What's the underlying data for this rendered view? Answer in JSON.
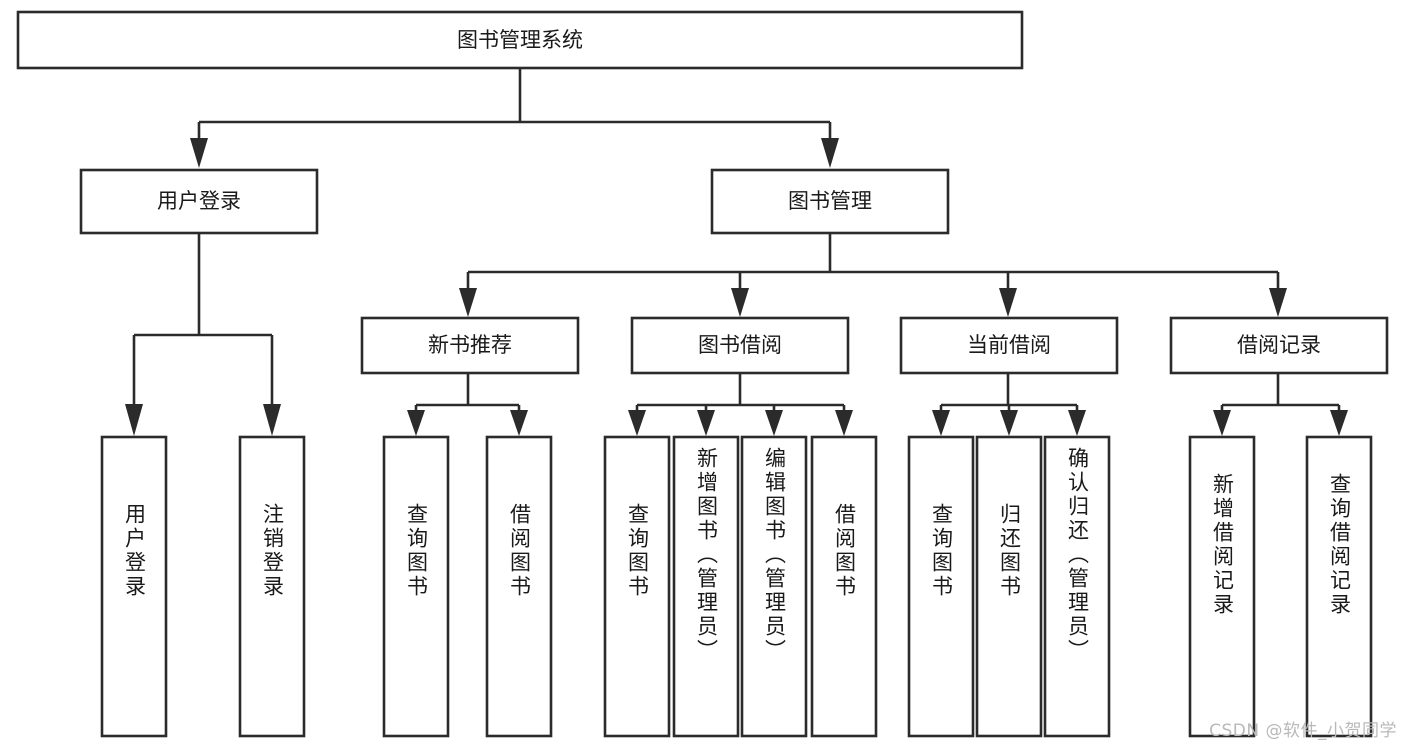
{
  "diagram": {
    "type": "tree",
    "title": "图书管理系统",
    "colors": {
      "stroke": "#2b2b2b",
      "fill": "#ffffff",
      "text": "#1a1a1a",
      "background": "#ffffff",
      "watermark": "#b9b9b9"
    },
    "levels": {
      "level1": [
        {
          "id": "root",
          "label": "图书管理系统",
          "orientation": "horizontal"
        }
      ],
      "level2": [
        {
          "id": "user-login",
          "label": "用户登录",
          "orientation": "horizontal"
        },
        {
          "id": "book-manage",
          "label": "图书管理",
          "orientation": "horizontal"
        }
      ],
      "level3": [
        {
          "id": "new-book-recommend",
          "label": "新书推荐",
          "orientation": "horizontal"
        },
        {
          "id": "book-borrow",
          "label": "图书借阅",
          "orientation": "horizontal"
        },
        {
          "id": "current-borrow",
          "label": "当前借阅",
          "orientation": "horizontal"
        },
        {
          "id": "borrow-record",
          "label": "借阅记录",
          "orientation": "horizontal"
        }
      ],
      "level4": [
        {
          "id": "leaf-user-login",
          "label": "用户登录",
          "orientation": "vertical",
          "parent": "user-login"
        },
        {
          "id": "leaf-logout-login",
          "label": "注销登录",
          "orientation": "vertical",
          "parent": "user-login"
        },
        {
          "id": "leaf-query-book-1",
          "label": "查询图书",
          "orientation": "vertical",
          "parent": "new-book-recommend"
        },
        {
          "id": "leaf-borrow-book-1",
          "label": "借阅图书",
          "orientation": "vertical",
          "parent": "new-book-recommend"
        },
        {
          "id": "leaf-query-book-2",
          "label": "查询图书",
          "orientation": "vertical",
          "parent": "book-borrow"
        },
        {
          "id": "leaf-add-book",
          "label": "新增图书（管理员）",
          "orientation": "vertical",
          "parent": "book-borrow"
        },
        {
          "id": "leaf-edit-book",
          "label": "编辑图书（管理员）",
          "orientation": "vertical",
          "parent": "book-borrow"
        },
        {
          "id": "leaf-borrow-book-2",
          "label": "借阅图书",
          "orientation": "vertical",
          "parent": "book-borrow"
        },
        {
          "id": "leaf-query-book-3",
          "label": "查询图书",
          "orientation": "vertical",
          "parent": "current-borrow"
        },
        {
          "id": "leaf-return-book",
          "label": "归还图书",
          "orientation": "vertical",
          "parent": "current-borrow"
        },
        {
          "id": "leaf-confirm-return",
          "label": "确认归还（管理员）",
          "orientation": "vertical",
          "parent": "current-borrow"
        },
        {
          "id": "leaf-add-record",
          "label": "新增借阅记录",
          "orientation": "vertical",
          "parent": "borrow-record"
        },
        {
          "id": "leaf-query-record",
          "label": "查询借阅记录",
          "orientation": "vertical",
          "parent": "borrow-record"
        }
      ]
    },
    "edges": [
      {
        "from": "root",
        "to": "user-login"
      },
      {
        "from": "root",
        "to": "book-manage"
      },
      {
        "from": "user-login",
        "to": "leaf-user-login"
      },
      {
        "from": "user-login",
        "to": "leaf-logout-login"
      },
      {
        "from": "book-manage",
        "to": "new-book-recommend"
      },
      {
        "from": "book-manage",
        "to": "book-borrow"
      },
      {
        "from": "book-manage",
        "to": "current-borrow"
      },
      {
        "from": "book-manage",
        "to": "borrow-record"
      },
      {
        "from": "new-book-recommend",
        "to": "leaf-query-book-1"
      },
      {
        "from": "new-book-recommend",
        "to": "leaf-borrow-book-1"
      },
      {
        "from": "book-borrow",
        "to": "leaf-query-book-2"
      },
      {
        "from": "book-borrow",
        "to": "leaf-add-book"
      },
      {
        "from": "book-borrow",
        "to": "leaf-edit-book"
      },
      {
        "from": "book-borrow",
        "to": "leaf-borrow-book-2"
      },
      {
        "from": "current-borrow",
        "to": "leaf-query-book-3"
      },
      {
        "from": "current-borrow",
        "to": "leaf-return-book"
      },
      {
        "from": "current-borrow",
        "to": "leaf-confirm-return"
      },
      {
        "from": "borrow-record",
        "to": "leaf-add-record"
      },
      {
        "from": "borrow-record",
        "to": "leaf-query-record"
      }
    ]
  },
  "watermark": {
    "text": "CSDN @软件_小贺同学"
  }
}
